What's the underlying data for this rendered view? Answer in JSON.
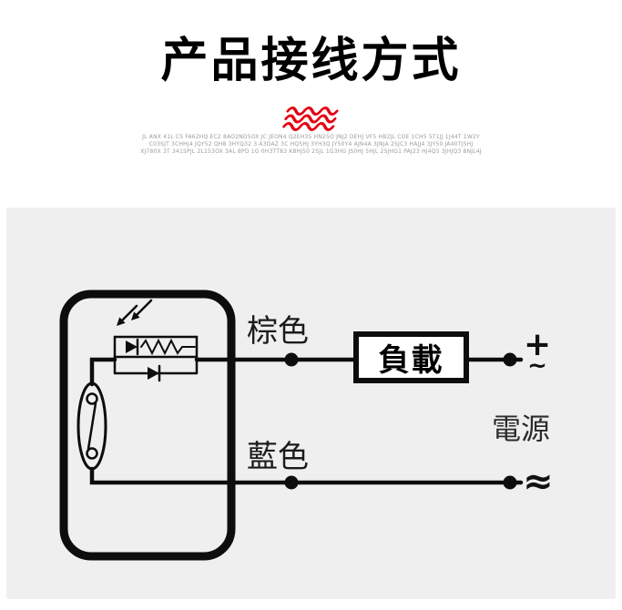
{
  "title": "产品接线方式",
  "decor": {
    "squiggle_color": "#e60012"
  },
  "fine_print": {
    "line1": "JL ANX 41L C5 FA62HQ EC2 8AO2ND5OX JC JEON4 Q2EH35 HN25O JNJ2 DEHJ VF5 HB2JL COE 1CH5 5T1JJ 1J44T 1W2Y",
    "line2": "C03SJT 3CHHJ4 JQY52 QH8 3HYQ32 3 A3DAZ 3C HQ5HJ 3YH3Q JY50Y4 AJN4A 3JNJA 2SJC3 HAJJ4 3JY50 JA40TJ5HJ",
    "line3": "XJ780X 3T 341SPJL 2L153OX 3AL 8PD 1G 0H3TT83 K8HJ50 2SJL 1G3HG JS0HJ 5HJL 2SJHG1 PAJ23 HJ4Q5 3JHJQ3 8NJL4J"
  },
  "diagram": {
    "top_wire_label": "棕色",
    "bottom_wire_label": "藍色",
    "load_label": "負載",
    "power_label": "電源",
    "terminal_plus": "+",
    "terminal_tilde": "~",
    "terminal_approx": "≈"
  }
}
